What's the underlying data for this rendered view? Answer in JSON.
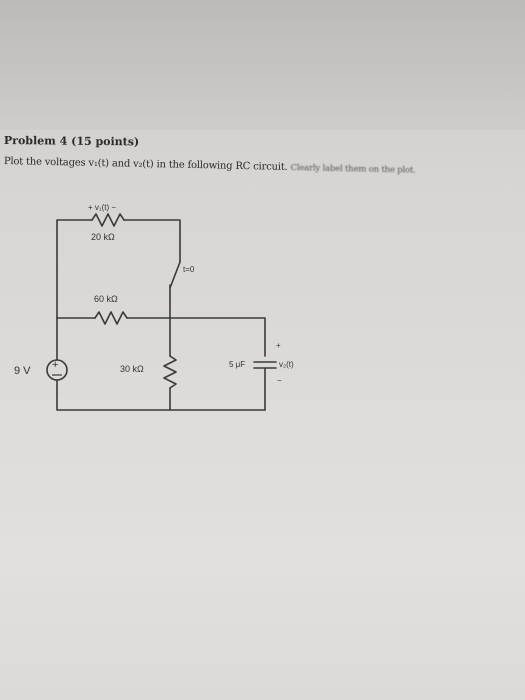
{
  "problem": {
    "title": "Problem 4 (15 points)",
    "text_main": "Plot the voltages v₁(t) and v₂(t) in the following RC circuit.",
    "text_blurred": "Clearly label them on the plot."
  },
  "circuit": {
    "source_label": "9 V",
    "source_symbol": "+",
    "r1_voltage_label": "+ v₁(t) −",
    "r1_label": "20 kΩ",
    "switch_label": "t=0",
    "r2_label": "60 kΩ",
    "r3_label": "30 kΩ",
    "cap_label": "5 μF",
    "cap_plus": "+",
    "cap_minus": "−",
    "v2_label": "v₂(t)"
  }
}
